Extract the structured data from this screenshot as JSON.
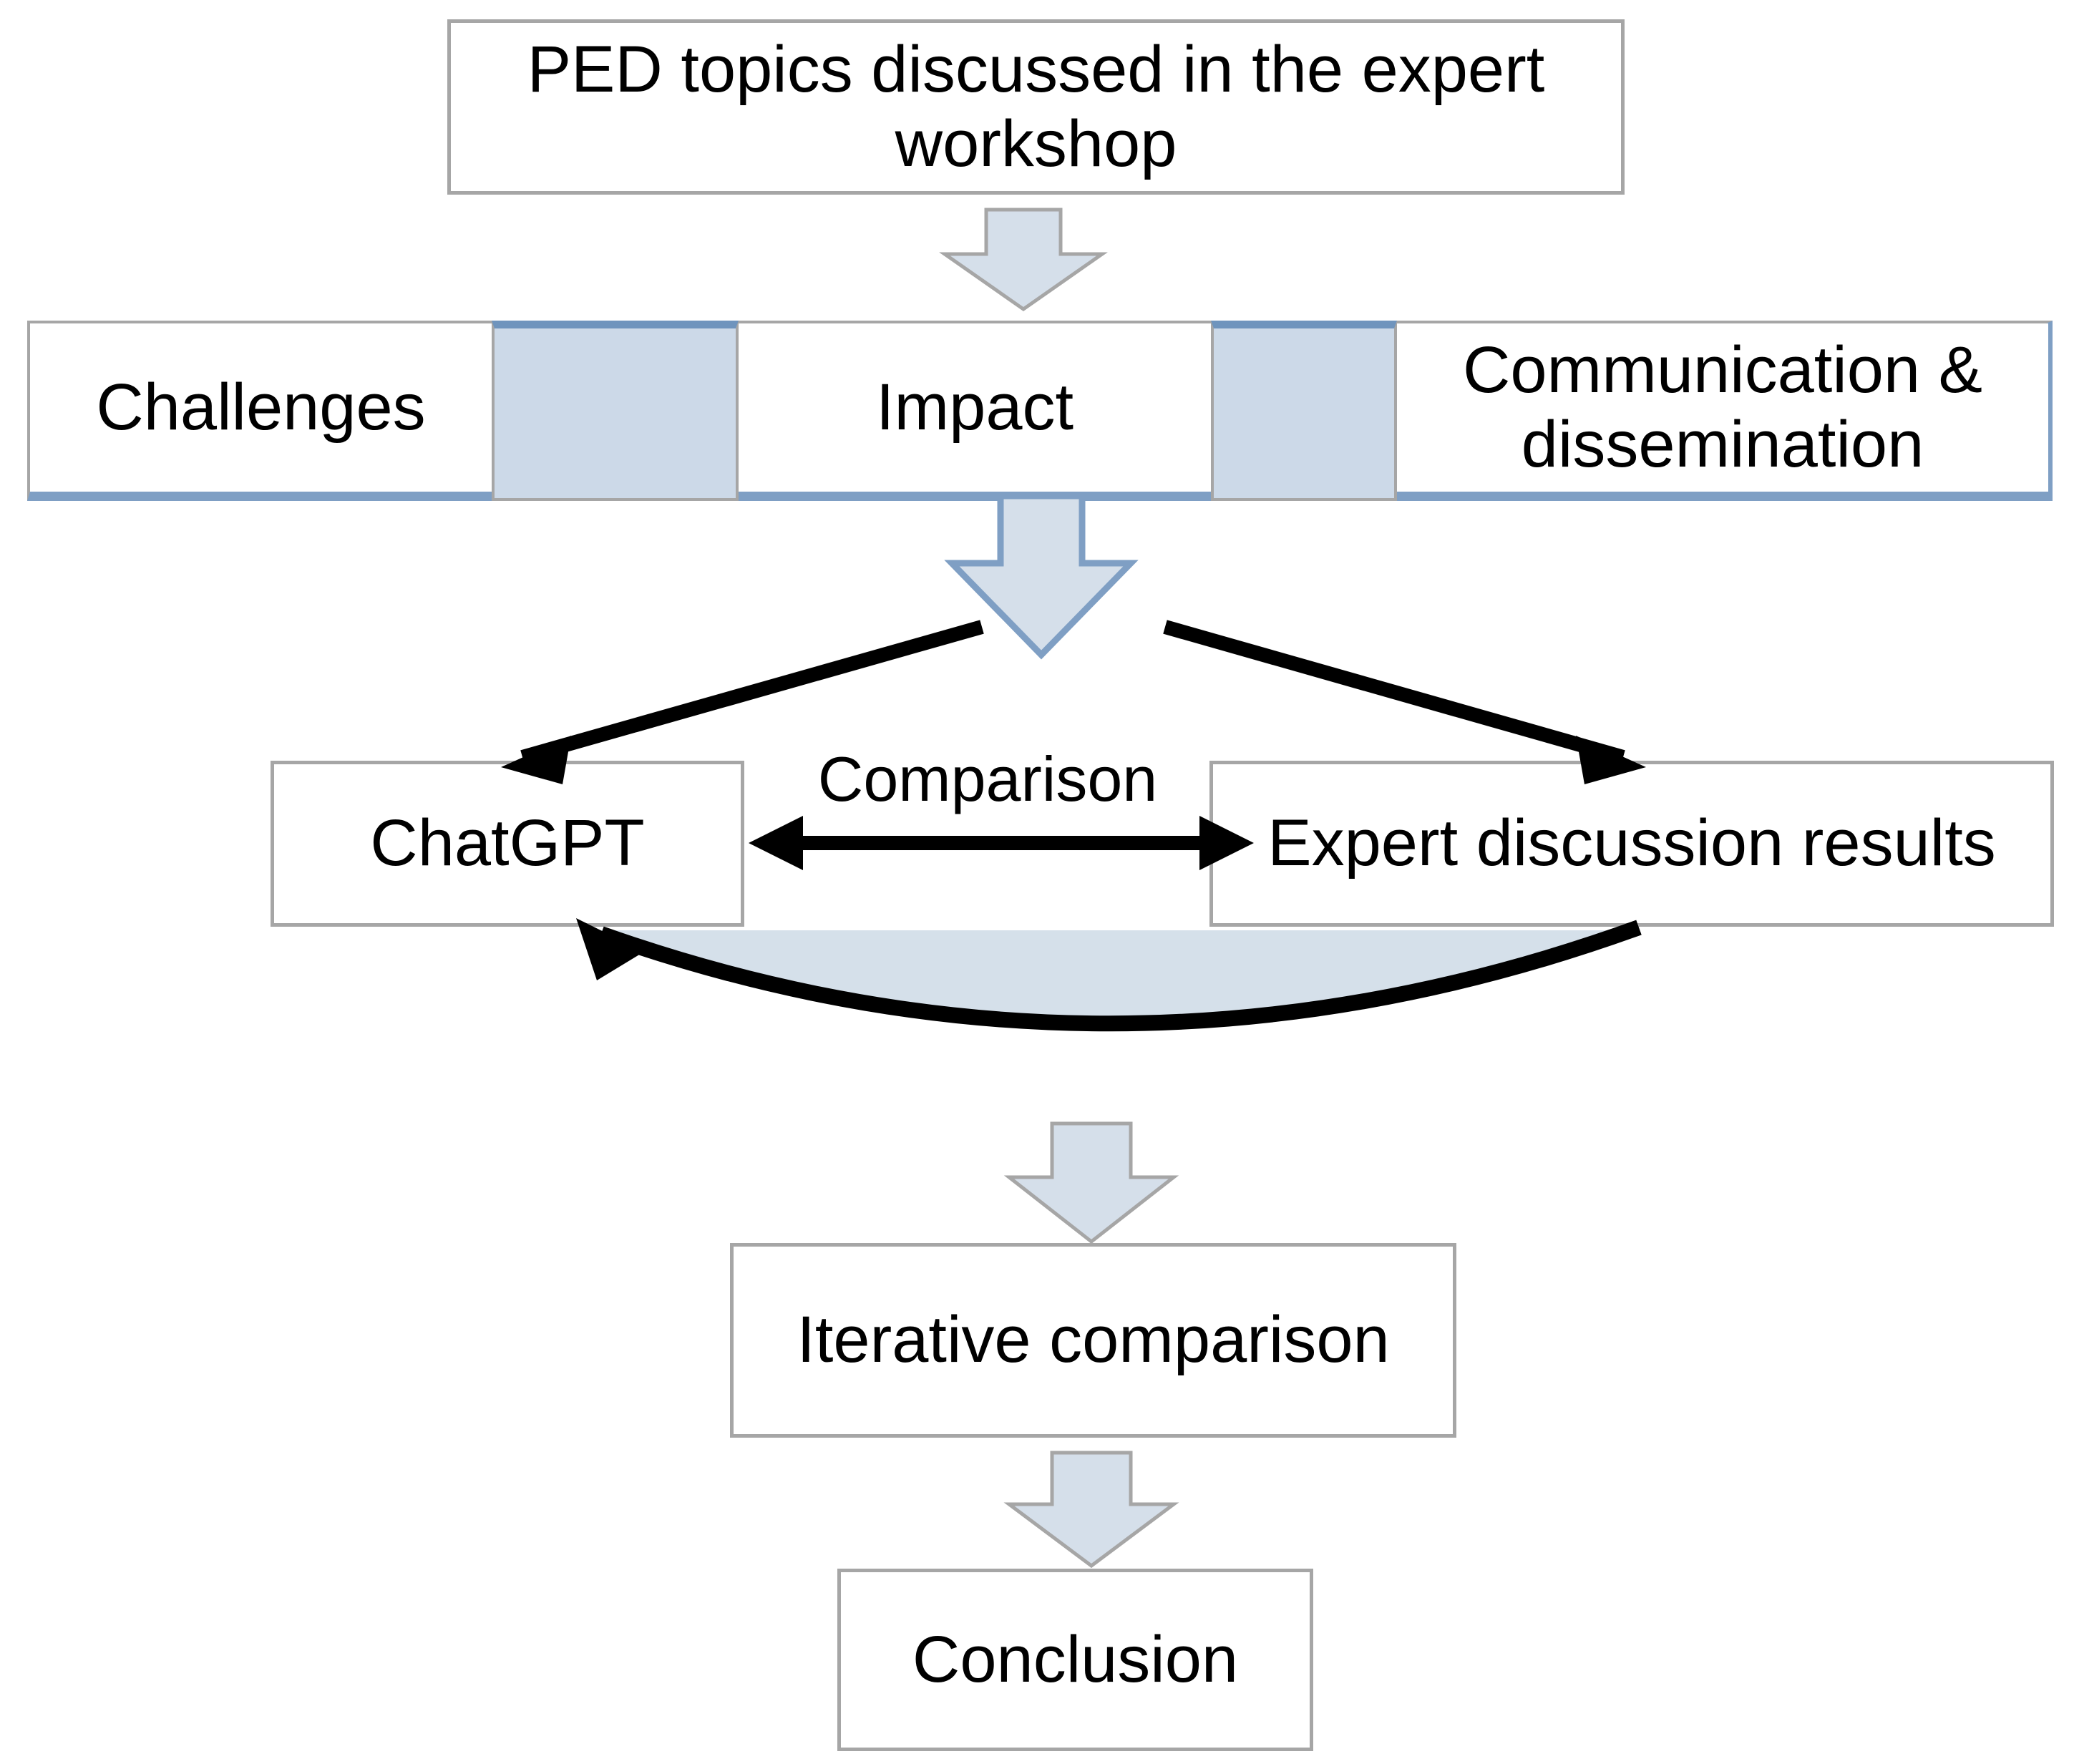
{
  "diagram": {
    "title": "PED topics discussed in the expert workshop",
    "nodes": {
      "title_box": "PED topics discussed in the expert\nworkshop",
      "chatgpt": "ChatGPT",
      "expert": "Expert discussion results",
      "iterative": "Iterative comparison",
      "conclusion": "Conclusion"
    },
    "topics": [
      {
        "label": "Challenges"
      },
      {
        "label": "Impact"
      },
      {
        "label": "Communication &\ndissemination"
      }
    ],
    "edge_labels": {
      "comparison": "Comparison"
    },
    "icons": {
      "down_block_arrow_1": "down-block-arrow-icon",
      "down_block_arrow_2": "down-block-arrow-icon",
      "down_block_arrow_3": "down-block-arrow-icon",
      "down_block_arrow_4": "down-block-arrow-icon",
      "split_arrow_left": "diagonal-arrow-left-icon",
      "split_arrow_right": "diagonal-arrow-right-icon",
      "comparison_double_arrow": "double-headed-arrow-icon",
      "feedback_curved_arrow": "curved-feedback-arrow-icon"
    },
    "colors": {
      "box_border": "#a6a6a6",
      "arrow_fill": "#d5dfea",
      "arrow_border_blue": "#7f9fc4",
      "separator_fill": "#ccd9e8",
      "curve_fill": "#d5e0ea",
      "line_black": "#000000",
      "background": "#ffffff"
    }
  }
}
